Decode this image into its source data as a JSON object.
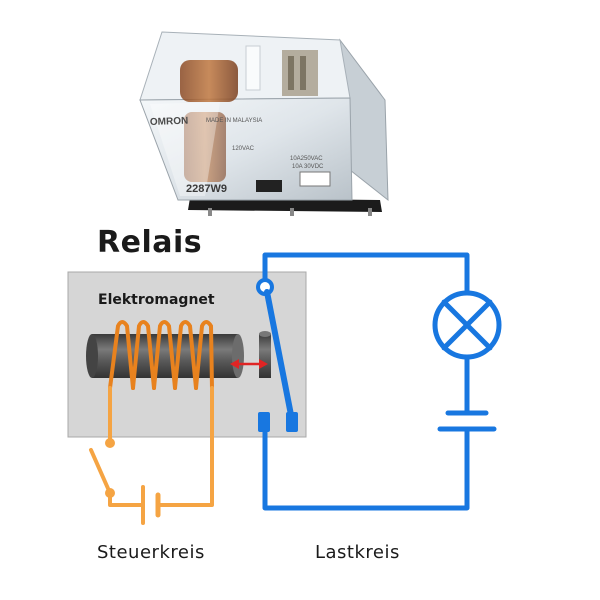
{
  "title": "Relais",
  "labels": {
    "electromagnet": "Elektromagnet",
    "control_circuit": "Steuerkreis",
    "load_circuit": "Lastkreis"
  },
  "photo": {
    "device_markings": [
      "OMRON",
      "MADE IN MALAYSIA",
      "120VAC",
      "10A250VAC",
      "10A 30VDC",
      "2287W9"
    ]
  },
  "colors": {
    "control_wire": "#f5a443",
    "coil": "#e8821e",
    "load_wire": "#1877e0",
    "core": "#505050",
    "housing": "#d6d6d6",
    "arrow": "#e02424"
  },
  "icons": [
    "lamp-icon",
    "battery-icon",
    "switch-icon",
    "coil-icon",
    "contact-icon",
    "arrow-icon"
  ]
}
